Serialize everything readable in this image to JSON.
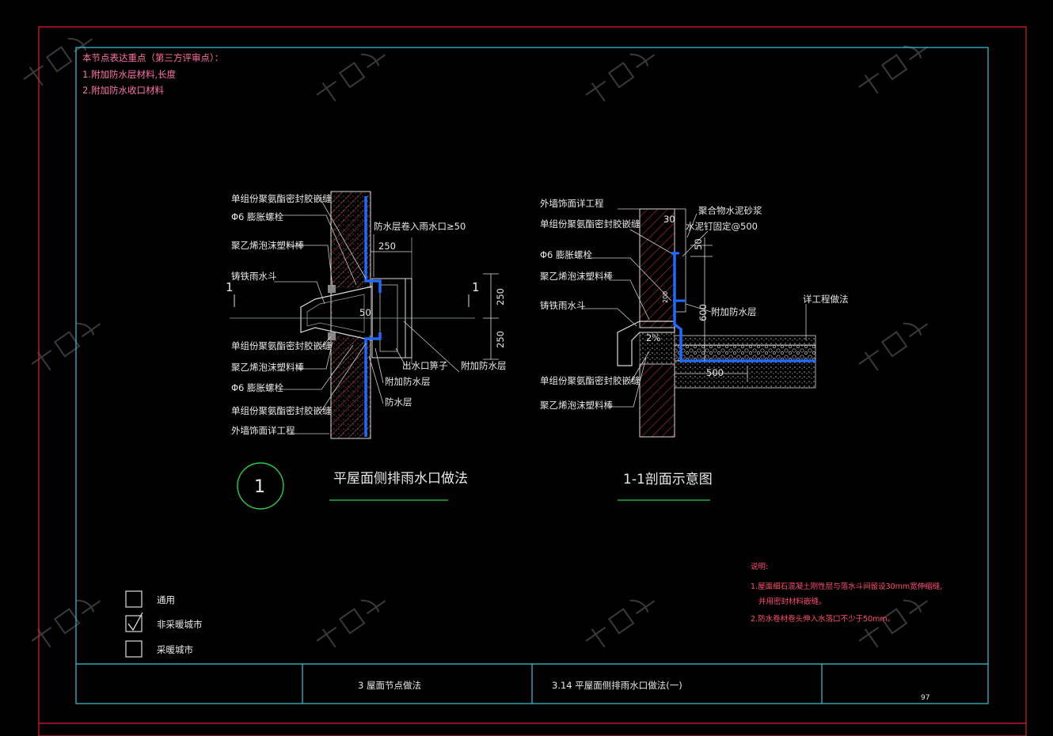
{
  "notes": {
    "heading": "本节点表达重点（第三方评审点）：",
    "item1": "1.附加防水层材料,长度",
    "item2": "2.附加防水收口材料"
  },
  "detail1": {
    "callout_number": "1",
    "title": "平屋面侧排雨水口做法",
    "section_mark": "1",
    "labels": {
      "sealant_top": "单组份聚氨酯密封胶嵌缝",
      "bolt_top": "Φ6 膨胀螺栓",
      "foam_top": "聚乙烯泡沫塑料棒",
      "drain": "铸铁雨水斗",
      "sealant_mid": "单组份聚氨酯密封胶嵌缝",
      "foam_mid": "聚乙烯泡沫塑料棒",
      "bolt_mid": "Φ6 膨胀螺栓",
      "sealant_low": "单组份聚氨酯密封胶嵌缝",
      "finish": "外墙饰面详工程",
      "membrane_into": "防水层卷入雨水口≥50",
      "grate": "出水口箅子",
      "additional_right": "附加防水层",
      "additional": "附加防水层",
      "waterproof": "防水层"
    },
    "dims": {
      "d250_top": "250",
      "d50": "50",
      "v250_a": "250",
      "v250_b": "250"
    }
  },
  "detail2": {
    "title": "1-1剖面示意图",
    "labels": {
      "finish": "外墙饰面详工程",
      "sealant_top": "单组份聚氨酯密封胶嵌缝",
      "bolt": "Φ6 膨胀螺栓",
      "foam": "聚乙烯泡沫塑料棒",
      "drain": "铸铁雨水斗",
      "sealant_low": "单组份聚氨酯密封胶嵌缝",
      "foam_low": "聚乙烯泡沫塑料棒",
      "mortar": "聚合物水泥砂浆",
      "nail": "水泥钉固定@500",
      "additional": "附加防水层",
      "roof": "详工程做法",
      "slope": "2%"
    },
    "dims": {
      "d30": "30",
      "d50": "50",
      "d600": "600",
      "d500": "500",
      "d200": "200"
    }
  },
  "explanation": {
    "heading": "说明:",
    "line1": "1.屋面细石混凝土刚性层与落水斗间留设30mm宽伸缩缝,",
    "line2": "并用密封材料嵌缝。",
    "line3": "2.防水卷材卷头伸入水落口不少于50mm。"
  },
  "legend": {
    "items": [
      {
        "label": "通用",
        "checked": false
      },
      {
        "label": "非采暖城市",
        "checked": true
      },
      {
        "label": "采暖城市",
        "checked": false
      }
    ]
  },
  "title_block": {
    "chapter": "3  屋面节点做法",
    "drawing": "3.14  平屋面侧排雨水口做法(一)",
    "page": "97"
  },
  "colors": {
    "outer_frame": "#e0202a",
    "inner_frame": "#39c6d8",
    "label_text": "#e8e8e8",
    "notes_text": "#ff6fa6",
    "waterproof": "#1e6bff",
    "hatch": "#e0202a",
    "callout": "#2ecc40"
  }
}
